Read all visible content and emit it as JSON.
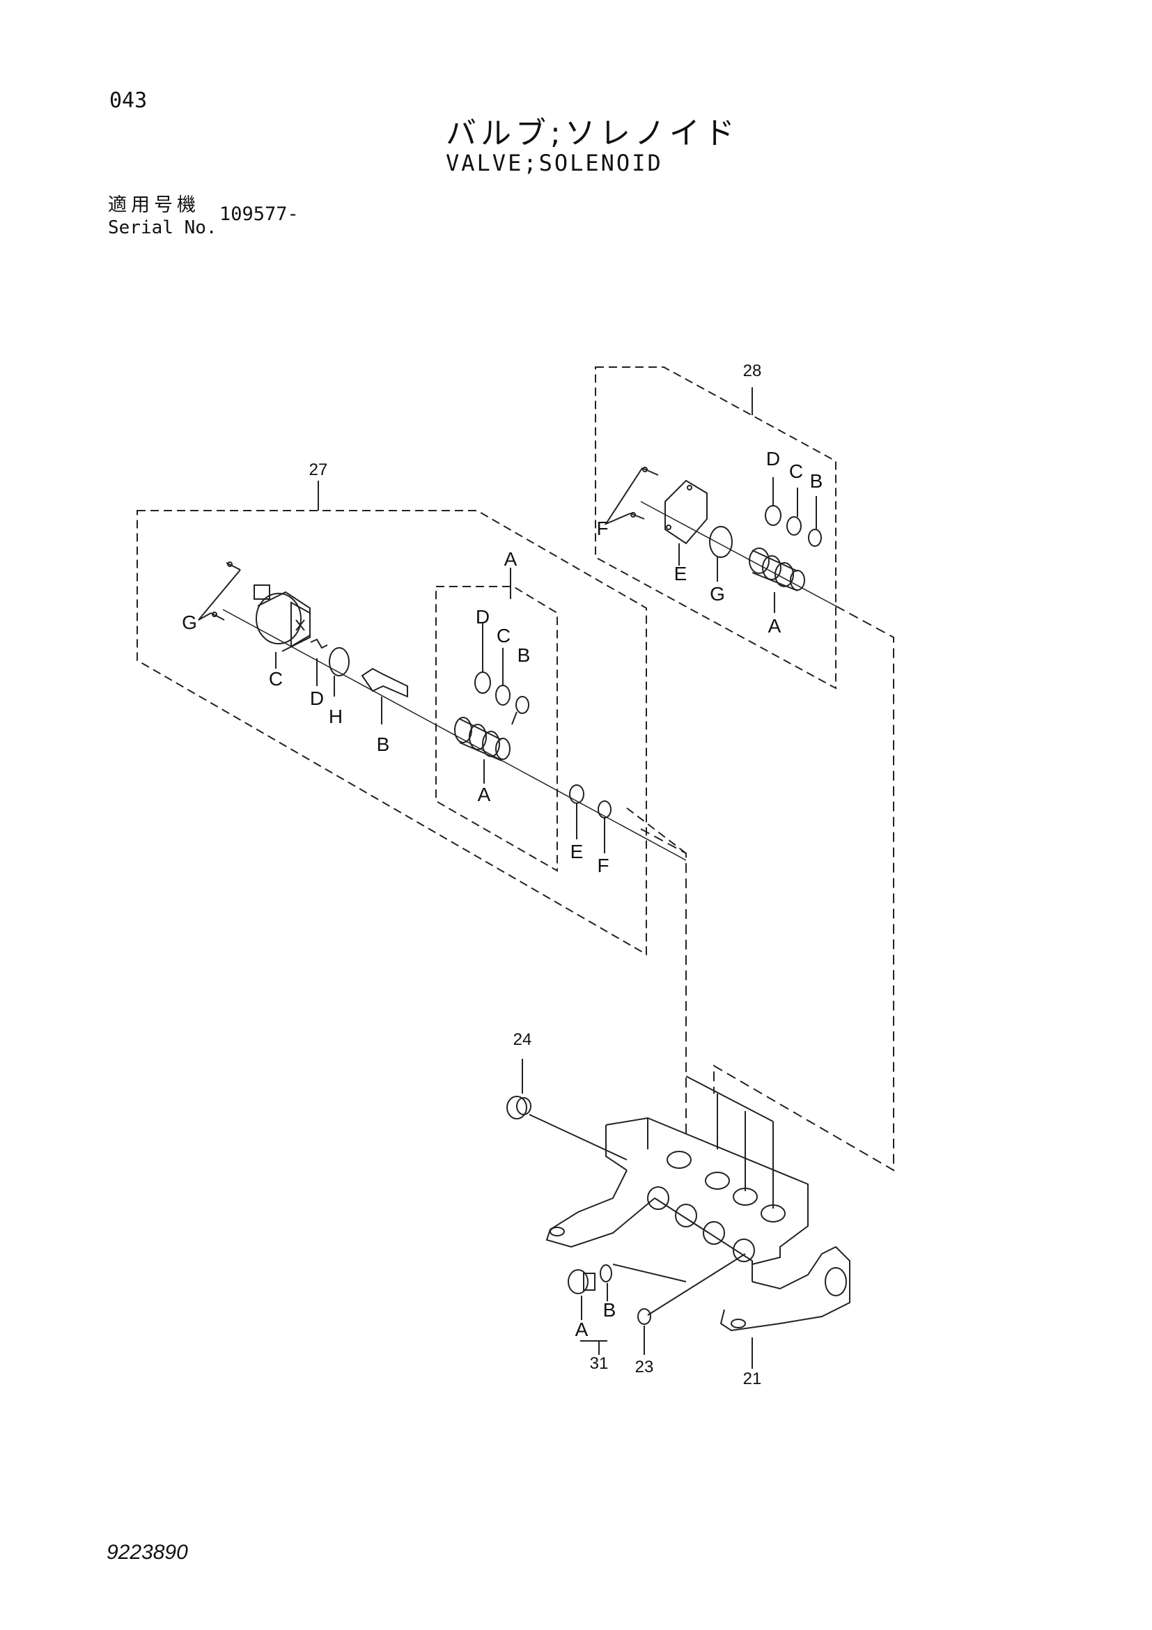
{
  "header": {
    "page_number": "043",
    "title_jp": "バルブ;ソレノイド",
    "title_en": "VALVE;SOLENOID",
    "serial_label_jp": "適用号機",
    "serial_label_en": "Serial No.",
    "serial_value": "109577-"
  },
  "callouts": {
    "assy_27": "27",
    "assy_28": "28",
    "part_24": "24",
    "part_23": "23",
    "part_21": "21",
    "part_31": "31"
  },
  "letters": {
    "a": "A",
    "b": "B",
    "c": "C",
    "d": "D",
    "e": "E",
    "f": "F",
    "g": "G",
    "h": "H"
  },
  "footer": {
    "doc_number": "9223890"
  }
}
